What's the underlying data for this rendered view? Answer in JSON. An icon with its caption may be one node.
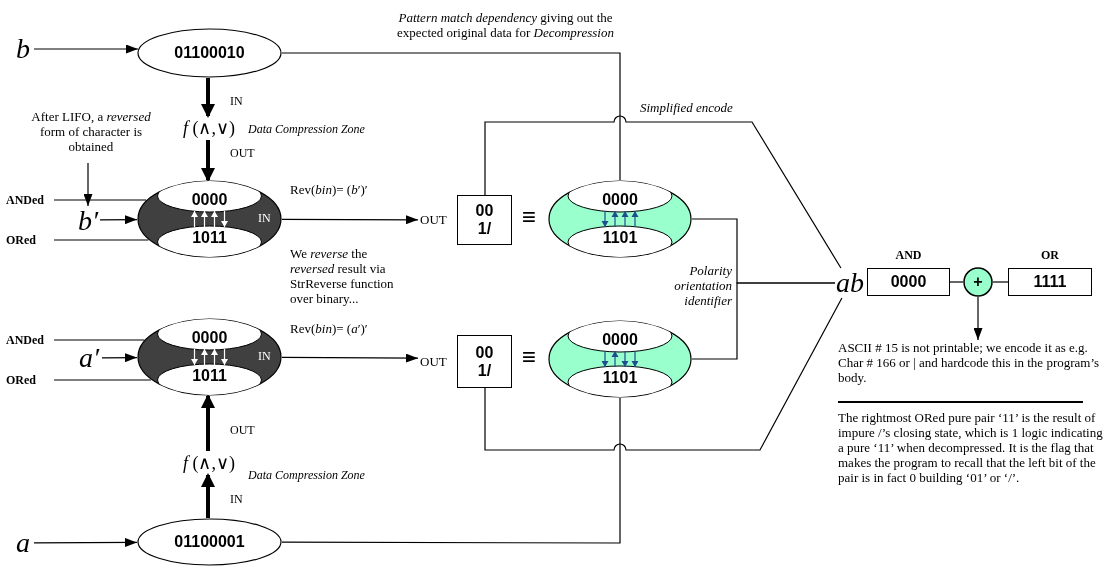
{
  "diagram": {
    "nodes": [
      {
        "text": [
          "b"
        ]
      },
      {
        "text": [
          "01100010"
        ]
      },
      {
        "text": [
          "*f* (∧,∨)"
        ]
      },
      {
        "text": [
          "0000",
          "1011",
          "IN"
        ]
      },
      {
        "text": [
          "b′"
        ]
      },
      {
        "text": [
          "ANDed"
        ]
      },
      {
        "text": [
          "ORed"
        ]
      },
      {
        "text": [
          "After LIFO, a *reversed* form of character is obtained"
        ]
      },
      {
        "text": [
          "00 1/"
        ],
        "beside": [
          "OUT"
        ]
      },
      {
        "text": [
          "0000",
          "1101"
        ]
      },
      {
        "text": [
          "ab"
        ]
      },
      {
        "text": [
          "0000"
        ],
        "beside": [
          "AND"
        ]
      },
      {
        "text": [
          "+"
        ]
      },
      {
        "text": [
          "1111"
        ],
        "beside": [
          "OR"
        ]
      },
      {
        "text": [
          "ASCII # 15 is not printable; we encode it as e.g. Char # 166 or | and hardcode this in the program’s body."
        ]
      },
      {
        "text": [
          "0000",
          "1011",
          "IN"
        ]
      },
      {
        "text": [
          "a′"
        ]
      },
      {
        "text": [
          "ANDed"
        ]
      },
      {
        "text": [
          "ORed"
        ]
      },
      {
        "text": [
          "*f* (∧,∨)"
        ]
      },
      {
        "text": [
          "01100001"
        ]
      },
      {
        "text": [
          "a"
        ]
      },
      {
        "text": [
          "00 1/"
        ],
        "beside": [
          "OUT"
        ]
      },
      {
        "text": [
          "0000",
          "1101"
        ]
      }
    ],
    "edges": [
      {
        "from": 0,
        "to": 1,
        "arrow": "to"
      },
      {
        "from": 1,
        "to": 2,
        "arrow": "to",
        "style": "thick",
        "label": "IN"
      },
      {
        "from": 2,
        "to": 3,
        "arrow": "to",
        "style": "thick",
        "label": "OUT"
      },
      {
        "from": 4,
        "to": 3,
        "arrow": "to"
      },
      {
        "from": 5,
        "to": 3,
        "arrow": "none"
      },
      {
        "from": 6,
        "to": 3,
        "arrow": "none"
      },
      {
        "from": 7,
        "to": 4,
        "arrow": "to"
      },
      {
        "from": 3,
        "to": 8,
        "arrow": "to",
        "label": "Rev(*bin*)= (*b*′)′"
      },
      {
        "from": 1,
        "to": 9,
        "arrow": "none",
        "label": "*Pattern match dependency* giving out the expected original data for *Decompression*"
      },
      {
        "from": 8,
        "to": 10,
        "arrow": "none",
        "label": "Simplified encode"
      },
      {
        "from": 9,
        "to": 10,
        "arrow": "none",
        "label": "Polarity orientation identifier"
      },
      {
        "from": 23,
        "to": 10,
        "arrow": "none"
      },
      {
        "from": 22,
        "to": 10,
        "arrow": "none"
      },
      {
        "from": 20,
        "to": 23,
        "arrow": "none"
      },
      {
        "from": 15,
        "to": 22,
        "arrow": "to",
        "label": "Rev(*bin*)= (*a*′)′"
      },
      {
        "from": 21,
        "to": 20,
        "arrow": "to"
      },
      {
        "from": 20,
        "to": 19,
        "arrow": "to",
        "style": "thick",
        "label": "IN"
      },
      {
        "from": 19,
        "to": 15,
        "arrow": "to",
        "style": "thick",
        "label": "OUT"
      },
      {
        "from": 16,
        "to": 15,
        "arrow": "to"
      },
      {
        "from": 17,
        "to": 15,
        "arrow": "none"
      },
      {
        "from": 18,
        "to": 15,
        "arrow": "none"
      },
      {
        "from": 11,
        "to": 12,
        "arrow": "none"
      },
      {
        "from": 12,
        "to": 13,
        "arrow": "none"
      },
      {
        "from": 12,
        "to": 14,
        "arrow": "to"
      }
    ],
    "labels": [
      "Data Compression Zone",
      "≡",
      "We *reverse* the *reversed* result via StrReverse function over binary...",
      "≡",
      "Data Compression Zone",
      "The rightmost ORed pure pair ‘11’ is the result of impure /’s closing state, which is 1 logic indicating a pure ‘11’ when decompressed. It is the flag that makes the program to recall that the left bit of the pair is in fact 0 building ‘01’ or ‘/’."
    ]
  }
}
